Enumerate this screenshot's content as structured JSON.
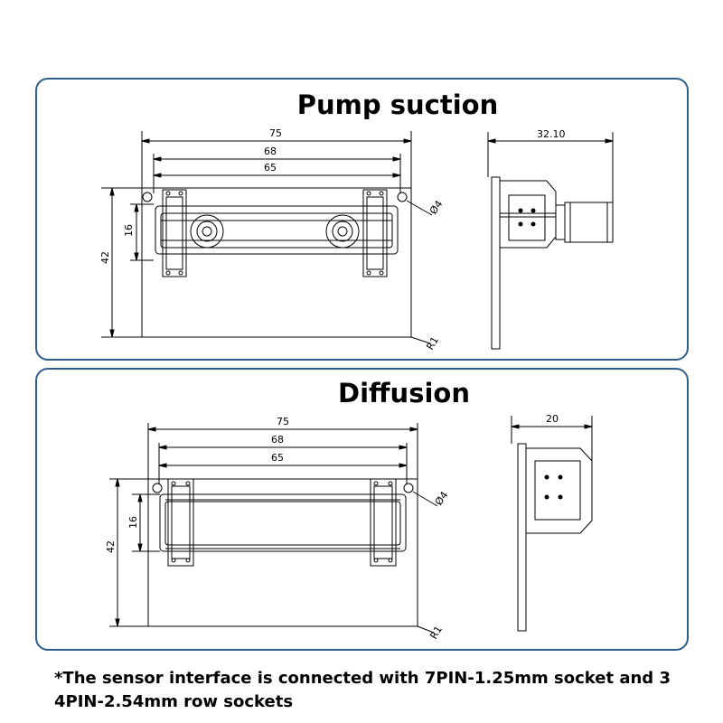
{
  "pump": {
    "title": "Pump suction",
    "dim_75": "75",
    "dim_68": "68",
    "dim_65": "65",
    "dim_42": "42",
    "dim_16": "16",
    "dim_hole": "Ø4",
    "dim_radius": "R1",
    "dim_side": "32.10"
  },
  "diffusion": {
    "title": "Diffusion",
    "dim_75": "75",
    "dim_68": "68",
    "dim_65": "65",
    "dim_42": "42",
    "dim_16": "16",
    "dim_hole": "Ø4",
    "dim_radius": "R1",
    "dim_side": "20"
  },
  "footnote": "*The sensor interface is connected with 7PIN-1.25mm socket and 3 4PIN-2.54mm row sockets",
  "colors": {
    "panel_border": "#2f5d8c",
    "line": "#000000"
  }
}
